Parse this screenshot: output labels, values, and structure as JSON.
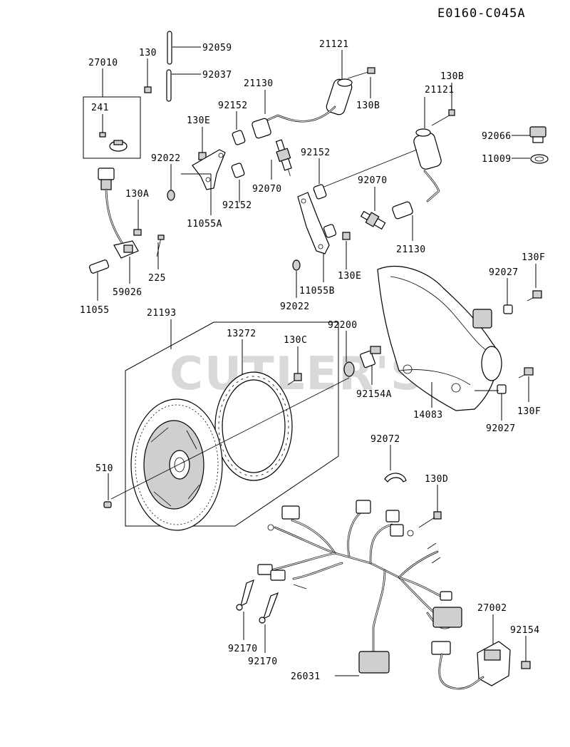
{
  "diagram_code": "E0160-C045A",
  "watermark_brand": "CUTLER'S",
  "parts": {
    "p92059": "92059",
    "p130_top": "130",
    "p27010": "27010",
    "p92037": "92037",
    "p21121_top": "21121",
    "p21130_top": "21130",
    "p130B_top": "130B",
    "p130B_right": "130B",
    "p21121_right": "21121",
    "p241": "241",
    "p92152_a": "92152",
    "p130E_top": "130E",
    "p92066": "92066",
    "p11009": "11009",
    "p92022_left": "92022",
    "p92152_b": "92152",
    "p92070_a": "92070",
    "p92152_c": "92152",
    "p92070_b": "92070",
    "p11055A": "11055A",
    "p130A": "130A",
    "p21130_mid": "21130",
    "p225": "225",
    "p59026": "59026",
    "p130E_mid": "130E",
    "p130F_top": "130F",
    "p92027_top": "92027",
    "p11055B": "11055B",
    "p11055": "11055",
    "p92022_mid": "92022",
    "p21193": "21193",
    "p13272": "13272",
    "p130C": "130C",
    "p92200": "92200",
    "p92154A": "92154A",
    "p14083": "14083",
    "p130F_bottom": "130F",
    "p92027_bottom": "92027",
    "p510": "510",
    "p92072": "92072",
    "p130D": "130D",
    "p27002": "27002",
    "p92154": "92154",
    "p92170_a": "92170",
    "p92170_b": "92170",
    "p26031": "26031"
  },
  "icons": [
    "spark-plug-icon",
    "ignition-coil-icon",
    "flywheel-icon",
    "wiring-harness-icon",
    "shroud-icon",
    "bolt-icon",
    "collar-icon",
    "bracket-icon",
    "connector-icon",
    "switch-sensor-icon",
    "regulator-icon",
    "ring-gear-icon",
    "terminal-icon"
  ]
}
